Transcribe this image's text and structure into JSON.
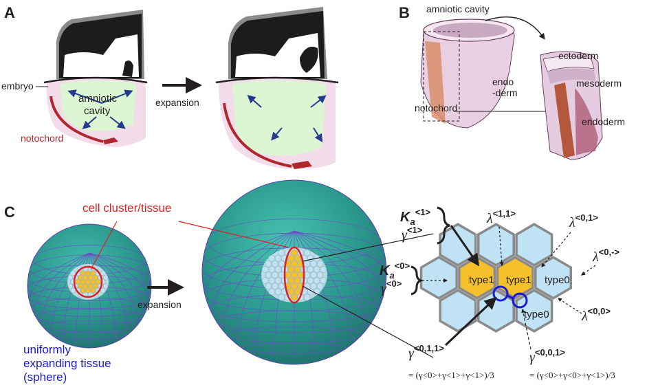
{
  "panels": {
    "a": "A",
    "b": "B",
    "c": "C"
  },
  "panel_a": {
    "embryo": "embryo",
    "amniotic_cavity_line1": "amniotic",
    "amniotic_cavity_line2": "cavity",
    "expansion": "expansion",
    "notochord": "notochord"
  },
  "panel_b": {
    "amniotic_cavity": "amniotic cavity",
    "endo_line1": "endo",
    "endo_line2": "-derm",
    "notochord": "notochord",
    "ectoderm": "ectoderm",
    "mesoderm": "mesoderm",
    "endoderm": "endoderm"
  },
  "panel_c": {
    "cell_cluster": "cell cluster/tissue",
    "expansion": "expansion",
    "uniform_line1": "uniformly",
    "uniform_line2": "expanding tissue",
    "uniform_line3": "(sphere)",
    "type1_left": "type1",
    "type1_right": "type1",
    "type0_right": "type0",
    "type0_bottom": "type0",
    "K": "K",
    "K_sub": "a",
    "sup1": "<1>",
    "sup0": "<0>",
    "gamma": "γ",
    "lambda": "λ",
    "lambda11_sup": "<1,1>",
    "lambda01_sup": "<0,1>",
    "lambda0dash_sup": "<0,->",
    "lambda00_sup": "<0,0>",
    "gamma011_sup": "<0,1,1>",
    "gamma001_sup": "<0,0,1>",
    "formula1": "= (γ<0>+γ<1>+γ<1>)/3",
    "formula2": "= (γ<0>+γ<0>+γ<1>)/3"
  },
  "colors": {
    "amnion_green": "#dcf5d2",
    "yolk_pink": "#f2dcea",
    "notochord_red": "#b0272d",
    "arrow_blue": "#243a8c",
    "sphere_teal": "#2e9e94",
    "grid_purple": "#6a4fc7",
    "hex_blue": "#bfe2f4",
    "hex_orange": "#f6c02b",
    "label_red": "#e02020",
    "label_blue": "#1a1ad0"
  }
}
